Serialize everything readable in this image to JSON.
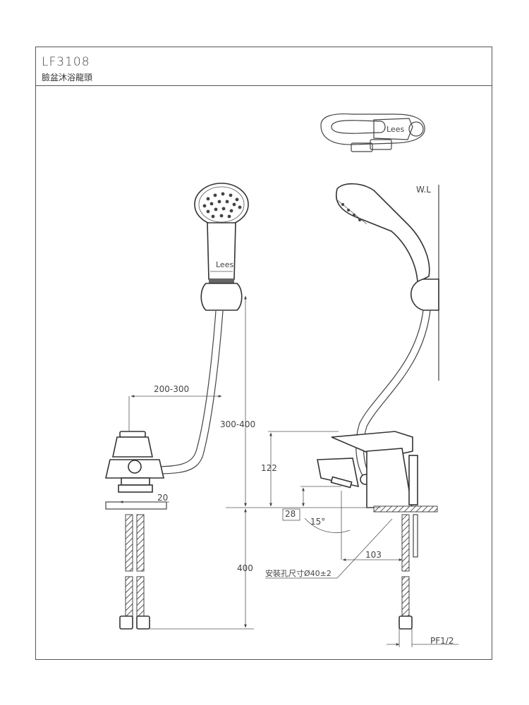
{
  "header": {
    "model": "LF3108",
    "name": "臉盆沐浴龍頭"
  },
  "dimensions": {
    "hose_offset": "200-300",
    "height_range": "300-400",
    "spout_height": "122",
    "base_width": "20",
    "lower_height": "400",
    "base_rim": "28",
    "angle": "15°",
    "reach": "103",
    "hole_size": "安裝孔尺寸Ø40±2",
    "thread": "PF1/2",
    "water_level": "W.L"
  },
  "logos": {
    "brand": "Lees"
  }
}
